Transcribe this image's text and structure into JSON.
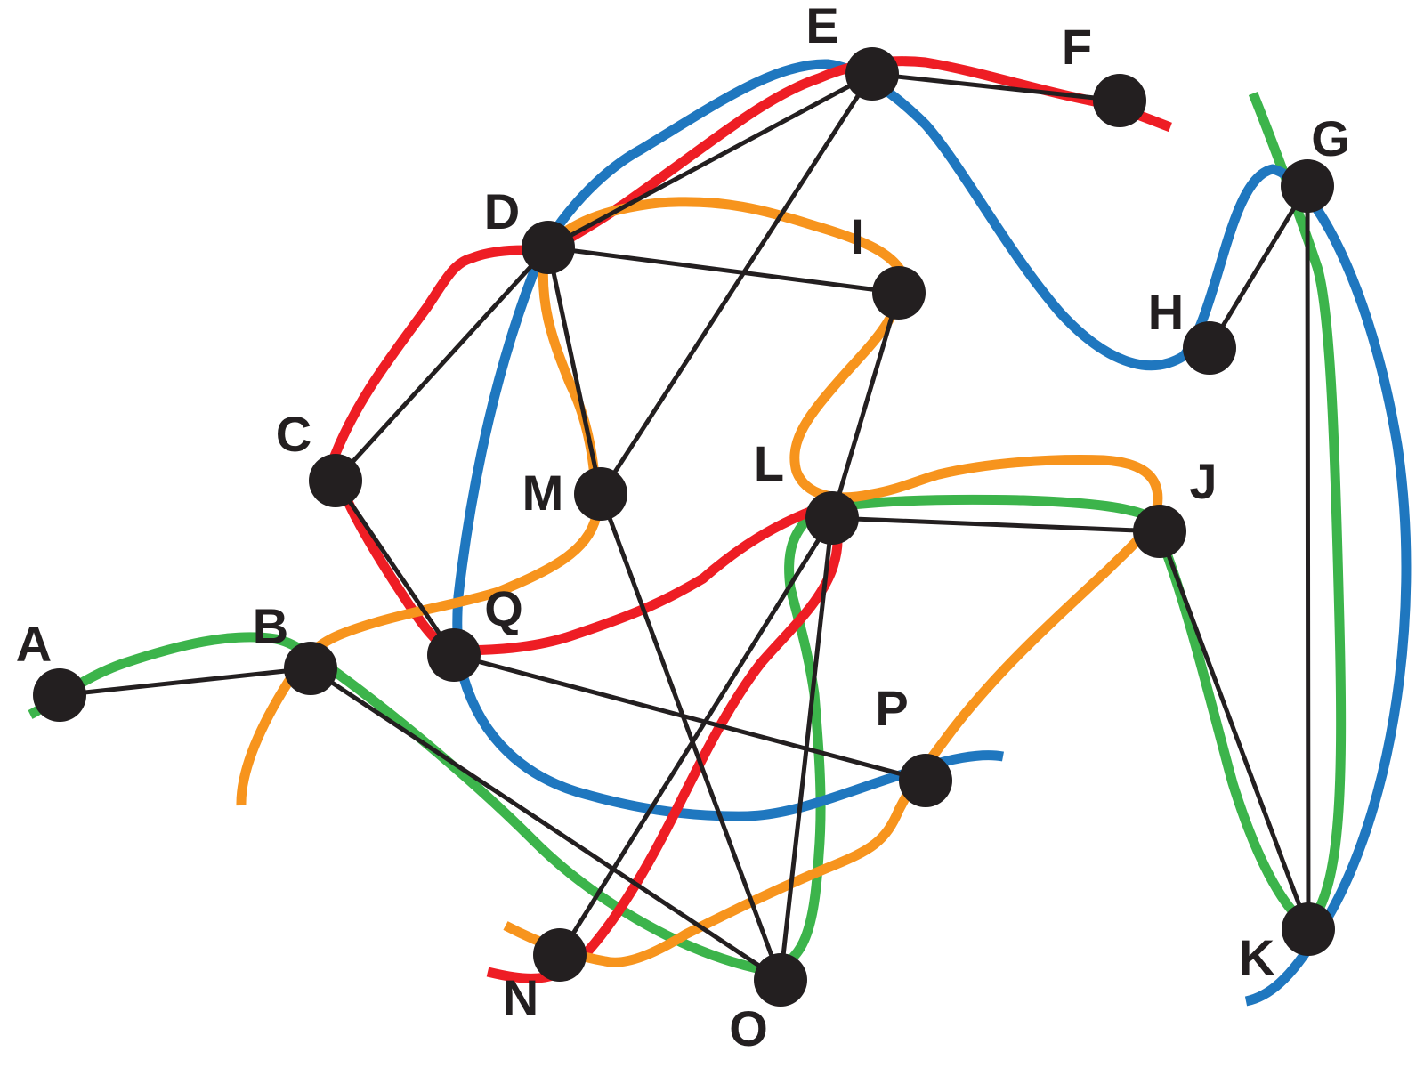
{
  "graph": {
    "routes": [
      {
        "id": "green",
        "color": "#3cb44b"
      },
      {
        "id": "blue",
        "color": "#1f77bf"
      },
      {
        "id": "red",
        "color": "#ee1d24"
      },
      {
        "id": "orange",
        "color": "#f7941d"
      }
    ],
    "nodes": [
      {
        "id": "A",
        "label": "A"
      },
      {
        "id": "B",
        "label": "B"
      },
      {
        "id": "C",
        "label": "C"
      },
      {
        "id": "D",
        "label": "D"
      },
      {
        "id": "E",
        "label": "E"
      },
      {
        "id": "F",
        "label": "F"
      },
      {
        "id": "G",
        "label": "G"
      },
      {
        "id": "H",
        "label": "H"
      },
      {
        "id": "I",
        "label": "I"
      },
      {
        "id": "J",
        "label": "J"
      },
      {
        "id": "K",
        "label": "K"
      },
      {
        "id": "L",
        "label": "L"
      },
      {
        "id": "M",
        "label": "M"
      },
      {
        "id": "N",
        "label": "N"
      },
      {
        "id": "O",
        "label": "O"
      },
      {
        "id": "P",
        "label": "P"
      },
      {
        "id": "Q",
        "label": "Q"
      }
    ],
    "edges": [
      [
        "A",
        "B"
      ],
      [
        "B",
        "O"
      ],
      [
        "C",
        "D"
      ],
      [
        "C",
        "Q"
      ],
      [
        "D",
        "E"
      ],
      [
        "D",
        "I"
      ],
      [
        "D",
        "M"
      ],
      [
        "E",
        "F"
      ],
      [
        "E",
        "M"
      ],
      [
        "G",
        "H"
      ],
      [
        "G",
        "K"
      ],
      [
        "I",
        "L"
      ],
      [
        "J",
        "K"
      ],
      [
        "L",
        "J"
      ],
      [
        "L",
        "N"
      ],
      [
        "L",
        "O"
      ],
      [
        "M",
        "O"
      ],
      [
        "Q",
        "P"
      ]
    ]
  }
}
